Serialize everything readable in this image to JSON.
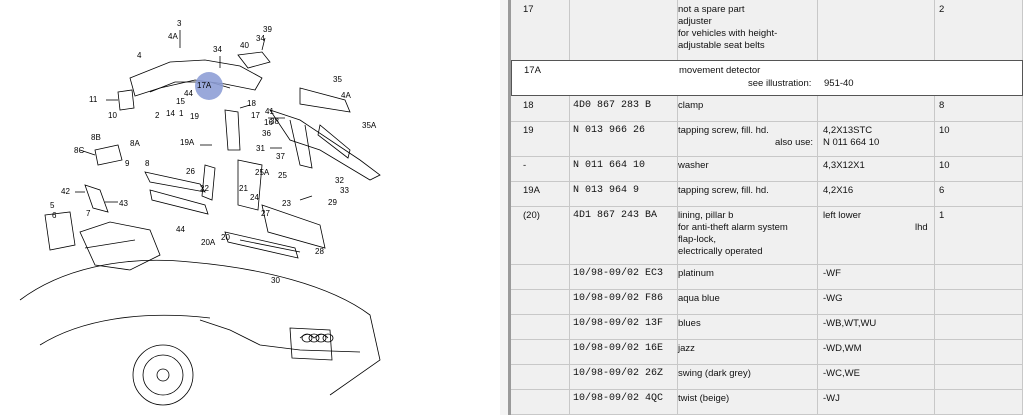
{
  "diagram": {
    "callouts": [
      {
        "id": "c3",
        "text": "3"
      },
      {
        "id": "c4a1",
        "text": "4A"
      },
      {
        "id": "c4",
        "text": "4"
      },
      {
        "id": "c34",
        "text": "34"
      },
      {
        "id": "c39",
        "text": "39"
      },
      {
        "id": "c34b",
        "text": "34"
      },
      {
        "id": "c40",
        "text": "40"
      },
      {
        "id": "c17a",
        "text": "17A"
      },
      {
        "id": "c44",
        "text": "44"
      },
      {
        "id": "c11",
        "text": "11"
      },
      {
        "id": "c10",
        "text": "10"
      },
      {
        "id": "c15",
        "text": "15"
      },
      {
        "id": "c2",
        "text": "2"
      },
      {
        "id": "c14",
        "text": "14"
      },
      {
        "id": "c1",
        "text": "1"
      },
      {
        "id": "c18",
        "text": "18"
      },
      {
        "id": "c17",
        "text": "17"
      },
      {
        "id": "c41",
        "text": "41"
      },
      {
        "id": "c16",
        "text": "16"
      },
      {
        "id": "c19",
        "text": "19"
      },
      {
        "id": "c38",
        "text": "38"
      },
      {
        "id": "c36",
        "text": "36"
      },
      {
        "id": "c35",
        "text": "35"
      },
      {
        "id": "c4a2",
        "text": "4A"
      },
      {
        "id": "c35a",
        "text": "35A"
      },
      {
        "id": "c8b",
        "text": "8B"
      },
      {
        "id": "c8a",
        "text": "8A"
      },
      {
        "id": "c8c",
        "text": "8C"
      },
      {
        "id": "c9",
        "text": "9"
      },
      {
        "id": "c8",
        "text": "8"
      },
      {
        "id": "c19a",
        "text": "19A"
      },
      {
        "id": "c31",
        "text": "31"
      },
      {
        "id": "c37",
        "text": "37"
      },
      {
        "id": "c26",
        "text": "26"
      },
      {
        "id": "c25a",
        "text": "25A"
      },
      {
        "id": "c25",
        "text": "25"
      },
      {
        "id": "c22",
        "text": "22"
      },
      {
        "id": "c21",
        "text": "21"
      },
      {
        "id": "c24",
        "text": "24"
      },
      {
        "id": "c32",
        "text": "32"
      },
      {
        "id": "c33",
        "text": "33"
      },
      {
        "id": "c29",
        "text": "29"
      },
      {
        "id": "c42",
        "text": "42"
      },
      {
        "id": "c43",
        "text": "43"
      },
      {
        "id": "c5",
        "text": "5"
      },
      {
        "id": "c6",
        "text": "6"
      },
      {
        "id": "c7",
        "text": "7"
      },
      {
        "id": "c44b",
        "text": "44"
      },
      {
        "id": "c23",
        "text": "23"
      },
      {
        "id": "c27",
        "text": "27"
      },
      {
        "id": "c20a",
        "text": "20A"
      },
      {
        "id": "c20",
        "text": "20"
      },
      {
        "id": "c28",
        "text": "28"
      },
      {
        "id": "c30",
        "text": "30"
      }
    ]
  },
  "table": {
    "rows": [
      {
        "pos": "17",
        "part": "",
        "desc_lines": [
          "not a spare part",
          "adjuster",
          "for vehicles with height-",
          "adjustable seat belts"
        ],
        "remark": "",
        "qty": "2"
      },
      {
        "pos": "17A",
        "part": "",
        "desc_lines": [
          "movement detector"
        ],
        "see_label": "see illustration:",
        "see_value": "951-40",
        "remark": "",
        "qty": "",
        "selected": true
      },
      {
        "pos": "18",
        "part": "4D0 867 283 B",
        "desc_lines": [
          "clamp"
        ],
        "remark": "",
        "qty": "8"
      },
      {
        "pos": "19",
        "part": "N    013 966 26",
        "desc_lines": [
          "tapping screw, fill. hd."
        ],
        "remark": "4,2X13STC",
        "also_label": "also use:",
        "also_value": "N   011 664 10",
        "qty": "10"
      },
      {
        "pos": "-",
        "part": "N    011 664 10",
        "desc_lines": [
          "washer"
        ],
        "remark": "4,3X12X1",
        "qty": "10"
      },
      {
        "pos": "19A",
        "part": "N    013 964 9",
        "desc_lines": [
          "tapping screw, fill. hd."
        ],
        "remark": "4,2X16",
        "qty": "6"
      },
      {
        "pos": "(20)",
        "part": "4D1 867 243 BA",
        "desc_lines": [
          "lining, pillar b",
          "for anti-theft alarm system",
          "flap-lock,",
          "electrically operated"
        ],
        "remark": "left lower",
        "remark2": "lhd",
        "qty": "1"
      },
      {
        "pos": "",
        "part": "10/98-09/02 EC3",
        "desc_lines": [
          "platinum"
        ],
        "remark": "-WF",
        "qty": ""
      },
      {
        "pos": "",
        "part": "10/98-09/02 F86",
        "desc_lines": [
          "aqua blue"
        ],
        "remark": "-WG",
        "qty": ""
      },
      {
        "pos": "",
        "part": "10/98-09/02 13F",
        "desc_lines": [
          "blues"
        ],
        "remark": "-WB,WT,WU",
        "qty": ""
      },
      {
        "pos": "",
        "part": "10/98-09/02 16E",
        "desc_lines": [
          "jazz"
        ],
        "remark": "-WD,WM",
        "qty": ""
      },
      {
        "pos": "",
        "part": "10/98-09/02 26Z",
        "desc_lines": [
          "swing (dark grey)"
        ],
        "remark": "-WC,WE",
        "qty": ""
      },
      {
        "pos": "",
        "part": "10/98-09/02 4QC",
        "desc_lines": [
          "twist (beige)"
        ],
        "remark": "-WJ",
        "qty": ""
      }
    ]
  }
}
